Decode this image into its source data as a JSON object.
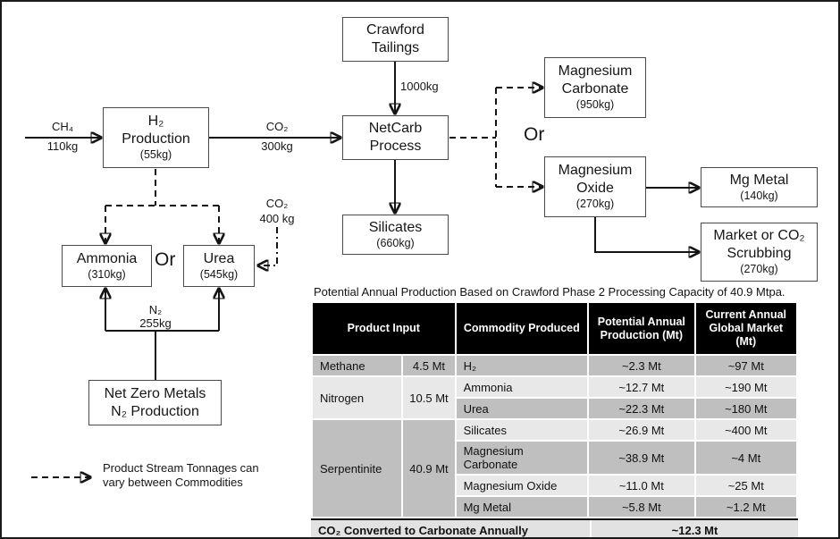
{
  "colors": {
    "header_bg": "#000000",
    "row_dark": "#bfbfbf",
    "row_light": "#e8e8e8",
    "footer_bg": "#e2e2e2",
    "line": "#141414"
  },
  "flow": {
    "crawford": {
      "line1": "Crawford",
      "line2": "Tailings"
    },
    "h2": {
      "line1": "H₂",
      "line2": "Production",
      "sub": "(55kg)"
    },
    "netcarb": {
      "line1": "NetCarb",
      "line2": "Process"
    },
    "silicates": {
      "line1": "Silicates",
      "sub": "(660kg)"
    },
    "mg_carbonate": {
      "line1": "Magnesium",
      "line2": "Carbonate",
      "sub": "(950kg)"
    },
    "mg_oxide": {
      "line1": "Magnesium",
      "line2": "Oxide",
      "sub": "(270kg)"
    },
    "mg_metal": {
      "line1": "Mg Metal",
      "sub": "(140kg)"
    },
    "market": {
      "line1": "Market or CO₂",
      "line2": "Scrubbing",
      "sub": "(270kg)"
    },
    "ammonia": {
      "line1": "Ammonia",
      "sub": "(310kg)"
    },
    "urea": {
      "line1": "Urea",
      "sub": "(545kg)"
    },
    "netzero": {
      "line1": "Net Zero Metals",
      "line2": "N₂ Production"
    },
    "labels": {
      "ch4": "CH₄",
      "ch4_qty": "110kg",
      "co2_300": "CO₂",
      "co2_300_qty": "300kg",
      "tailings_qty": "1000kg",
      "co2_400": "CO₂",
      "co2_400_qty": "400 kg",
      "n2": "N₂",
      "n2_qty": "255kg",
      "or_left": "Or",
      "or_right": "Or"
    },
    "legend": {
      "line1": "Product Stream Tonnages can",
      "line2": "vary between Commodities"
    }
  },
  "table": {
    "caption": "Potential Annual Production Based on Crawford Phase 2 Processing Capacity of 40.9 Mtpa.",
    "headers": {
      "product_input": "Product Input",
      "commodity": "Commodity Produced",
      "potential": "Potential Annual Production (Mt)",
      "market": "Current Annual Global Market (Mt)"
    },
    "inputs": [
      {
        "name": "Methane",
        "amount": "4.5 Mt"
      },
      {
        "name": "Nitrogen",
        "amount": "10.5 Mt"
      },
      {
        "name": "Serpentinite",
        "amount": "40.9 Mt"
      }
    ],
    "commodities": [
      {
        "name": "H₂",
        "potential": "~2.3 Mt",
        "market": "~97 Mt"
      },
      {
        "name": "Ammonia",
        "potential": "~12.7 Mt",
        "market": "~190 Mt"
      },
      {
        "name": "Urea",
        "potential": "~22.3 Mt",
        "market": "~180 Mt"
      },
      {
        "name": "Silicates",
        "potential": "~26.9 Mt",
        "market": "~400 Mt"
      },
      {
        "name": "Magnesium Carbonate",
        "potential": "~38.9 Mt",
        "market": "~4 Mt"
      },
      {
        "name": "Magnesium Oxide",
        "potential": "~11.0 Mt",
        "market": "~25 Mt"
      },
      {
        "name": "Mg Metal",
        "potential": "~5.8 Mt",
        "market": "~1.2 Mt"
      }
    ],
    "footer": {
      "label": "CO₂ Converted to Carbonate Annually",
      "value": "~12.3 Mt"
    }
  }
}
